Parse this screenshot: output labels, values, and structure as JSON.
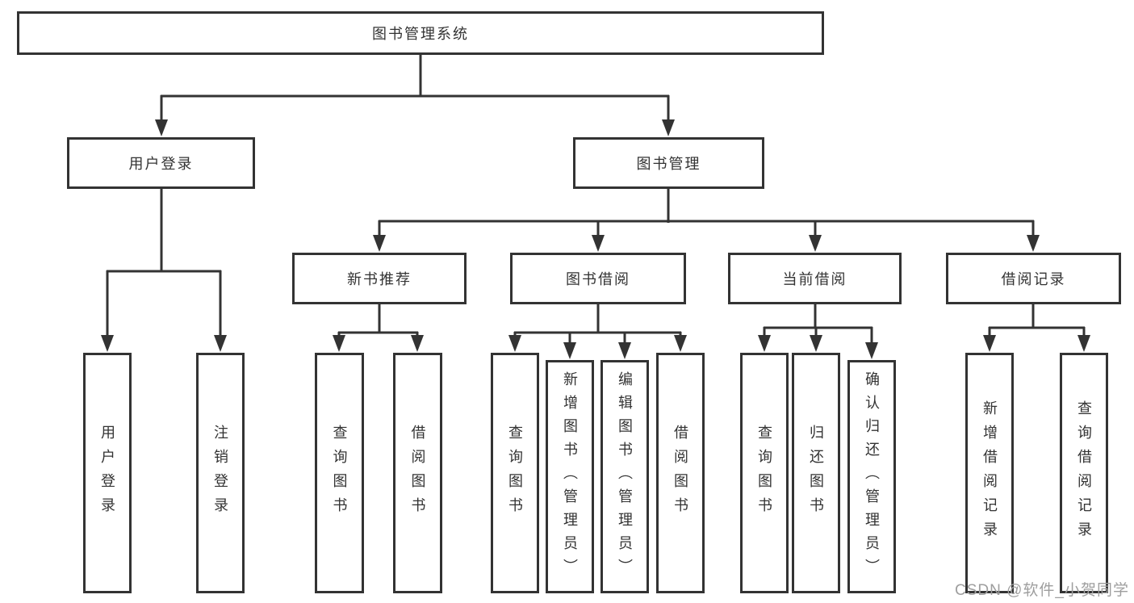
{
  "diagram": {
    "title": {
      "label": "图书管理系统"
    },
    "user_login": {
      "label": "用户登录",
      "children": [
        {
          "label": "用户登录"
        },
        {
          "label": "注销登录"
        }
      ]
    },
    "book_management": {
      "label": "图书管理",
      "groups": [
        {
          "label": "新书推荐",
          "children": [
            {
              "label": "查询图书"
            },
            {
              "label": "借阅图书"
            }
          ]
        },
        {
          "label": "图书借阅",
          "children": [
            {
              "label": "查询图书"
            },
            {
              "label": "新增图书（管理员）"
            },
            {
              "label": "编辑图书（管理员）"
            },
            {
              "label": "借阅图书"
            }
          ]
        },
        {
          "label": "当前借阅",
          "children": [
            {
              "label": "查询图书"
            },
            {
              "label": "归还图书"
            },
            {
              "label": "确认归还（管理员）"
            }
          ]
        },
        {
          "label": "借阅记录",
          "children": [
            {
              "label": "新增借阅记录"
            },
            {
              "label": "查询借阅记录"
            }
          ]
        }
      ]
    }
  },
  "watermark": {
    "label": "CSDN @软件_小贺同学"
  },
  "colors": {
    "line": "#333333",
    "text": "#333333",
    "box_background": "#ffffff",
    "page_background": "#ffffff",
    "watermark": "#9e9e9e"
  }
}
